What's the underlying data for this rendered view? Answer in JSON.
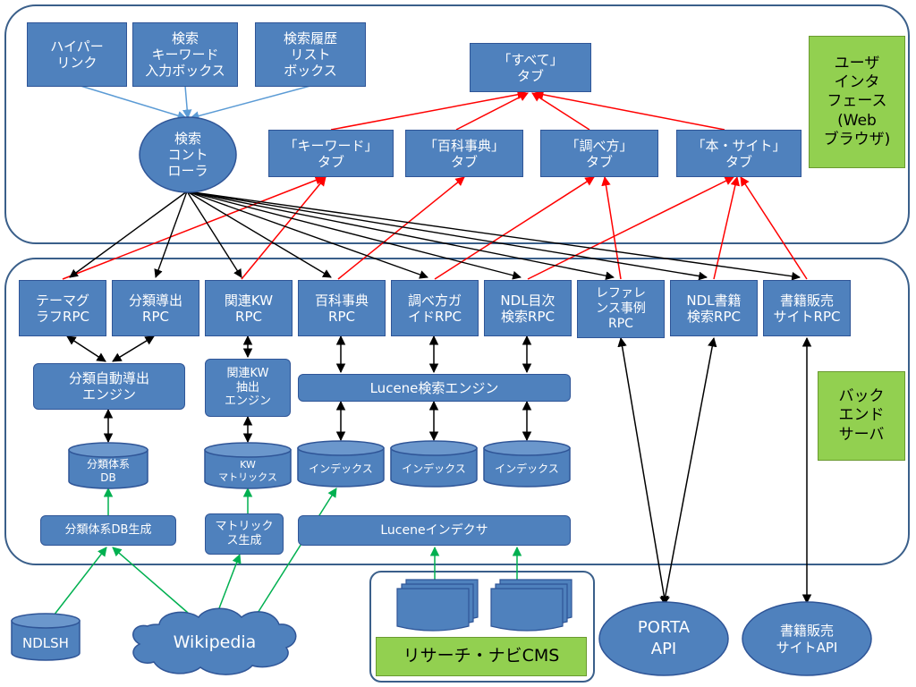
{
  "groups": {
    "ui_label": "ユーザ\nインタ\nフェース\n(Web\nブラウザ)",
    "backend_label": "バック\nエンド\nサーバ",
    "cms_label": "リサーチ・ナビCMS"
  },
  "ui": {
    "hyperlink": "ハイパー\nリンク",
    "search_keyword_box": "検索\nキーワード\n入力ボックス",
    "search_history_box": "検索履歴\nリスト\nボックス",
    "search_controller": "検索\nコント\nローラ",
    "tab_all": "「すべて」\nタブ",
    "tab_keyword": "「キーワード」\nタブ",
    "tab_encyclopedia": "「百科事典」\nタブ",
    "tab_howto": "「調べ方」\nタブ",
    "tab_books_sites": "「本・サイト」\nタブ"
  },
  "rpc": {
    "themagraph": "テーマグ\nラフRPC",
    "classification_derive": "分類導出\nRPC",
    "related_kw": "関連KW\nRPC",
    "encyclopedia": "百科事典\nRPC",
    "howto_guide": "調べ方ガ\nイドRPC",
    "ndl_toc": "NDL目次\n検索RPC",
    "reference_case": "レファレ\nンス事例\nRPC",
    "ndl_books": "NDL書籍\n検索RPC",
    "bookstore_site": "書籍販売\nサイトRPC"
  },
  "engines": {
    "classification_auto": "分類自動導出\nエンジン",
    "related_kw_extract": "関連KW\n抽出\nエンジン",
    "lucene_search": "Lucene検索エンジン"
  },
  "stores": {
    "classification_db": "分類体系\nDB",
    "kw_matrix": "KW\nマトリックス",
    "index": "インデックス"
  },
  "generators": {
    "classification_db_gen": "分類体系DB生成",
    "matrix_gen": "マトリック\nス生成",
    "lucene_indexer": "Luceneインデクサ"
  },
  "external": {
    "ndlsh": "NDLSH",
    "wikipedia": "Wikipedia",
    "porta_api": "PORTA\nAPI",
    "bookstore_api": "書籍販売\nサイトAPI"
  },
  "colors": {
    "box_fill": "#4f81bd",
    "box_border": "#2f5597",
    "group_border": "#3a5f8a",
    "green_label": "#92d050",
    "arrow_black": "#000000",
    "arrow_red": "#ff0000",
    "arrow_blue": "#5b9bd5",
    "arrow_green": "#00b050"
  }
}
